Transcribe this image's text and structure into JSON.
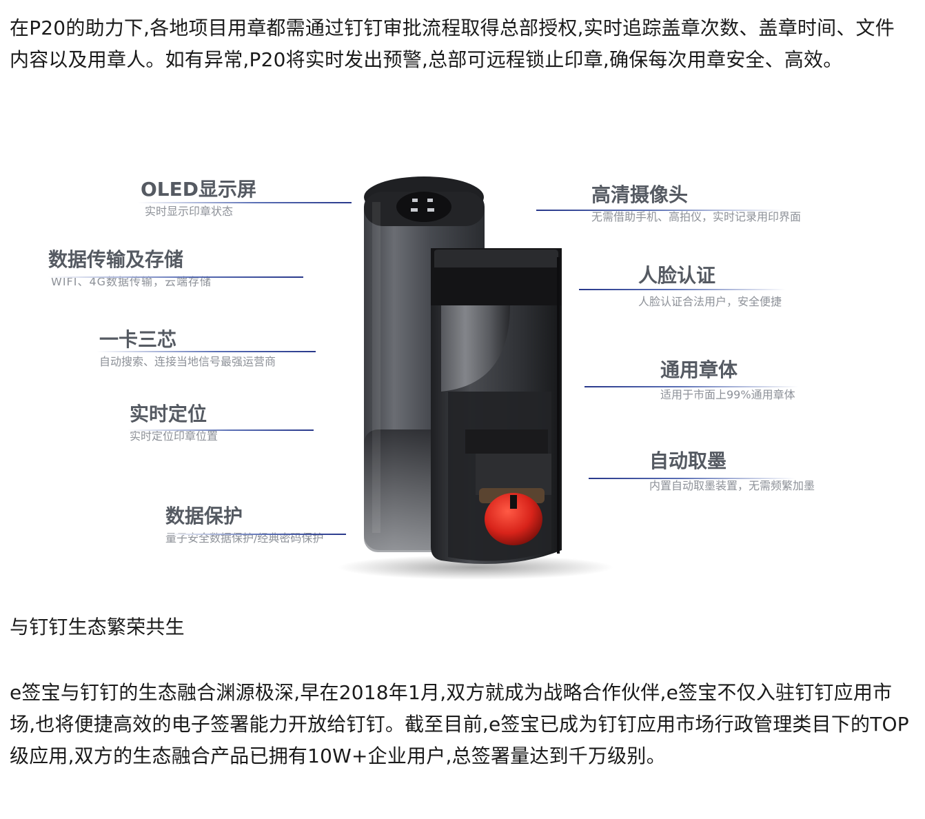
{
  "article": {
    "para1": "在P20的助力下,各地项目用章都需通过钉钉审批流程取得总部授权,实时追踪盖章次数、盖章时间、文件内容以及用章人。如有异常,P20将实时发出预警,总部可远程锁止印章,确保每次用章安全、高效。",
    "heading": "与钉钉生态繁荣共生",
    "para2": "e签宝与钉钉的生态融合渊源极深,早在2018年1月,双方就成为战略合作伙伴,e签宝不仅入驻钉钉应用市场,也将便捷高效的电子签署能力开放给钉钉。截至目前,e签宝已成为钉钉应用市场行政管理类目下的TOP级应用,双方的生态融合产品已拥有10W+企业用户,总签署量达到千万级别。"
  },
  "figure": {
    "left_features": [
      {
        "title": "OLED显示屏",
        "desc": "实时显示印章状态"
      },
      {
        "title": "数据传输及存储",
        "desc": "WIFI、4G数据传输，云端存储"
      },
      {
        "title": "一卡三芯",
        "desc": "自动搜索、连接当地信号最强运营商"
      },
      {
        "title": "实时定位",
        "desc": "实时定位印章位置"
      },
      {
        "title": "数据保护",
        "desc": "量子安全数据保护/经典密码保护"
      }
    ],
    "right_features": [
      {
        "title": "高清摄像头",
        "desc": "无需借助手机、高拍仪，实时记录用印界面"
      },
      {
        "title": "人脸认证",
        "desc": "人脸认证合法用户，安全便捷"
      },
      {
        "title": "通用章体",
        "desc": "适用于市面上99%通用章体"
      },
      {
        "title": "自动取墨",
        "desc": "内置自动取墨装置，无需频繁加墨"
      }
    ],
    "colors": {
      "rule": "#27378a",
      "ink": "#d8231a",
      "body_dark": "#2b2d31"
    }
  }
}
